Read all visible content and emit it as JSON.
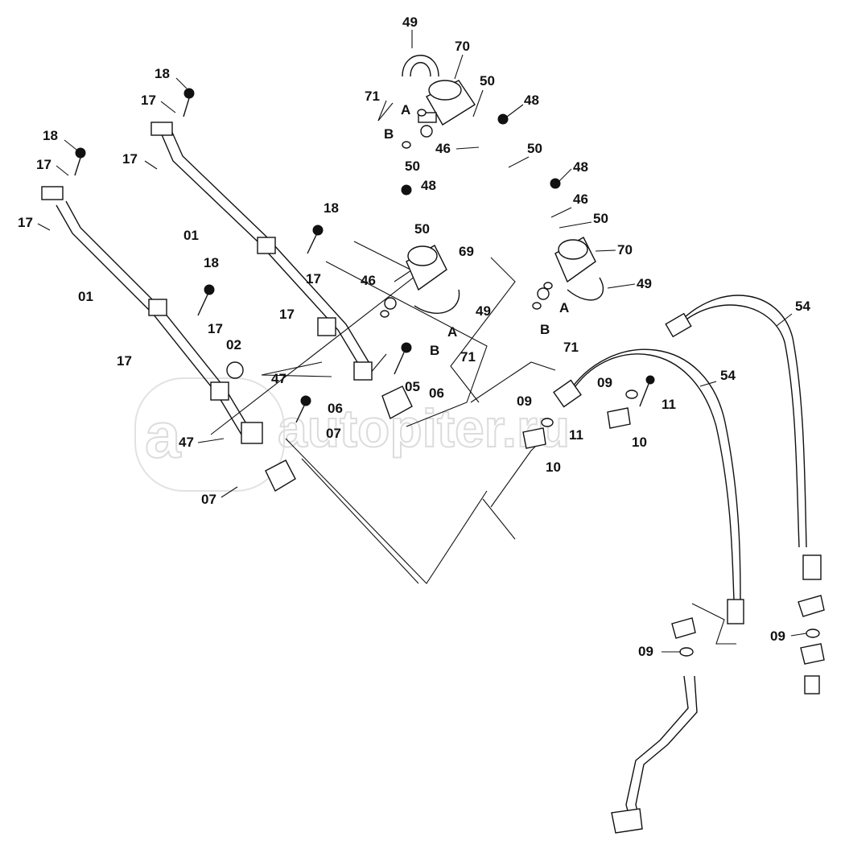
{
  "watermark": {
    "symbol": "a",
    "text": "autopiter.ru"
  },
  "labels": [
    {
      "id": "l49a",
      "text": "49"
    },
    {
      "id": "l70a",
      "text": "70"
    },
    {
      "id": "l50a",
      "text": "50"
    },
    {
      "id": "l71a",
      "text": "71"
    },
    {
      "id": "lAa",
      "text": "A"
    },
    {
      "id": "lBa",
      "text": "B"
    },
    {
      "id": "l48a",
      "text": "48"
    },
    {
      "id": "l46a",
      "text": "46"
    },
    {
      "id": "l50b",
      "text": "50"
    },
    {
      "id": "l48b",
      "text": "48"
    },
    {
      "id": "l46b",
      "text": "46"
    },
    {
      "id": "l50c",
      "text": "50"
    },
    {
      "id": "l70b",
      "text": "70"
    },
    {
      "id": "l49b",
      "text": "49"
    },
    {
      "id": "lAb",
      "text": "A"
    },
    {
      "id": "lBb",
      "text": "B"
    },
    {
      "id": "l71b",
      "text": "71"
    },
    {
      "id": "l18a",
      "text": "18"
    },
    {
      "id": "l17a",
      "text": "17"
    },
    {
      "id": "l17b",
      "text": "17"
    },
    {
      "id": "l01a",
      "text": "01"
    },
    {
      "id": "l18b",
      "text": "18"
    },
    {
      "id": "l17c",
      "text": "17"
    },
    {
      "id": "l17d",
      "text": "17"
    },
    {
      "id": "l01b",
      "text": "01"
    },
    {
      "id": "l18c",
      "text": "18"
    },
    {
      "id": "l17e",
      "text": "17"
    },
    {
      "id": "l17f",
      "text": "17"
    },
    {
      "id": "l18d",
      "text": "18"
    },
    {
      "id": "l17g",
      "text": "17"
    },
    {
      "id": "l17h",
      "text": "17"
    },
    {
      "id": "l02",
      "text": "02"
    },
    {
      "id": "l50d",
      "text": "50"
    },
    {
      "id": "l48c",
      "text": "48"
    },
    {
      "id": "l46c",
      "text": "46"
    },
    {
      "id": "l50e",
      "text": "50"
    },
    {
      "id": "l69",
      "text": "69"
    },
    {
      "id": "l49c",
      "text": "49"
    },
    {
      "id": "lAc",
      "text": "A"
    },
    {
      "id": "lBc",
      "text": "B"
    },
    {
      "id": "l71c",
      "text": "71"
    },
    {
      "id": "l47a",
      "text": "47"
    },
    {
      "id": "l05",
      "text": "05"
    },
    {
      "id": "l06a",
      "text": "06"
    },
    {
      "id": "l06b",
      "text": "06"
    },
    {
      "id": "l07a",
      "text": "07"
    },
    {
      "id": "l47b",
      "text": "47"
    },
    {
      "id": "l07b",
      "text": "07"
    },
    {
      "id": "l54a",
      "text": "54"
    },
    {
      "id": "l54b",
      "text": "54"
    },
    {
      "id": "l09a",
      "text": "09"
    },
    {
      "id": "l11a",
      "text": "11"
    },
    {
      "id": "l09b",
      "text": "09"
    },
    {
      "id": "l11b",
      "text": "11"
    },
    {
      "id": "l10a",
      "text": "10"
    },
    {
      "id": "l10b",
      "text": "10"
    },
    {
      "id": "l09c",
      "text": "09"
    },
    {
      "id": "l09d",
      "text": "09"
    }
  ]
}
